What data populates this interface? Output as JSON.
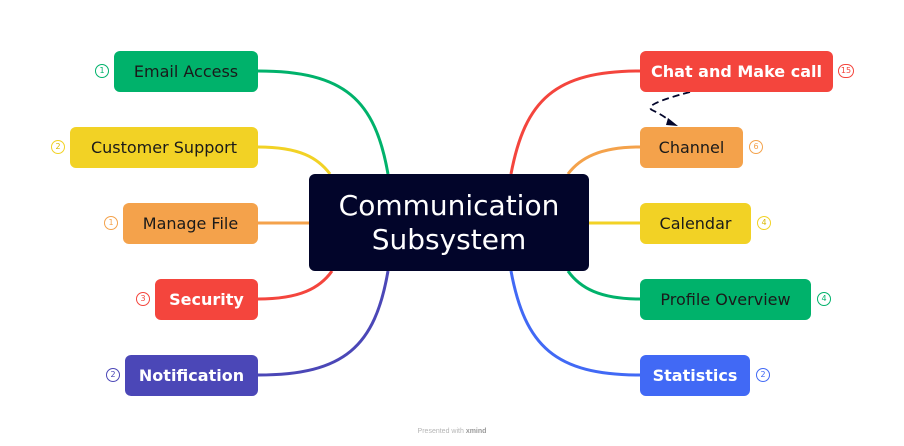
{
  "center": {
    "line1": "Communication",
    "line2": "Subsystem"
  },
  "left_topics": [
    {
      "label": "Email Access",
      "badge": "1",
      "color": "#00b26b"
    },
    {
      "label": "Customer Support",
      "badge": "2",
      "color": "#f2d225"
    },
    {
      "label": "Manage File",
      "badge": "1",
      "color": "#f4a24b"
    },
    {
      "label": "Security",
      "badge": "3",
      "color": "#f4453d"
    },
    {
      "label": "Notification",
      "badge": "2",
      "color": "#4b47b7"
    }
  ],
  "right_topics": [
    {
      "label": "Chat and Make call",
      "badge": "15",
      "color": "#f4453d"
    },
    {
      "label": "Channel",
      "badge": "6",
      "color": "#f4a24b"
    },
    {
      "label": "Calendar",
      "badge": "4",
      "color": "#f2d225"
    },
    {
      "label": "Profile Overview",
      "badge": "4",
      "color": "#00b26b"
    },
    {
      "label": "Statistics",
      "badge": "2",
      "color": "#4169f5"
    }
  ],
  "footer": {
    "prefix": "Presented with",
    "brand": "xmind"
  }
}
